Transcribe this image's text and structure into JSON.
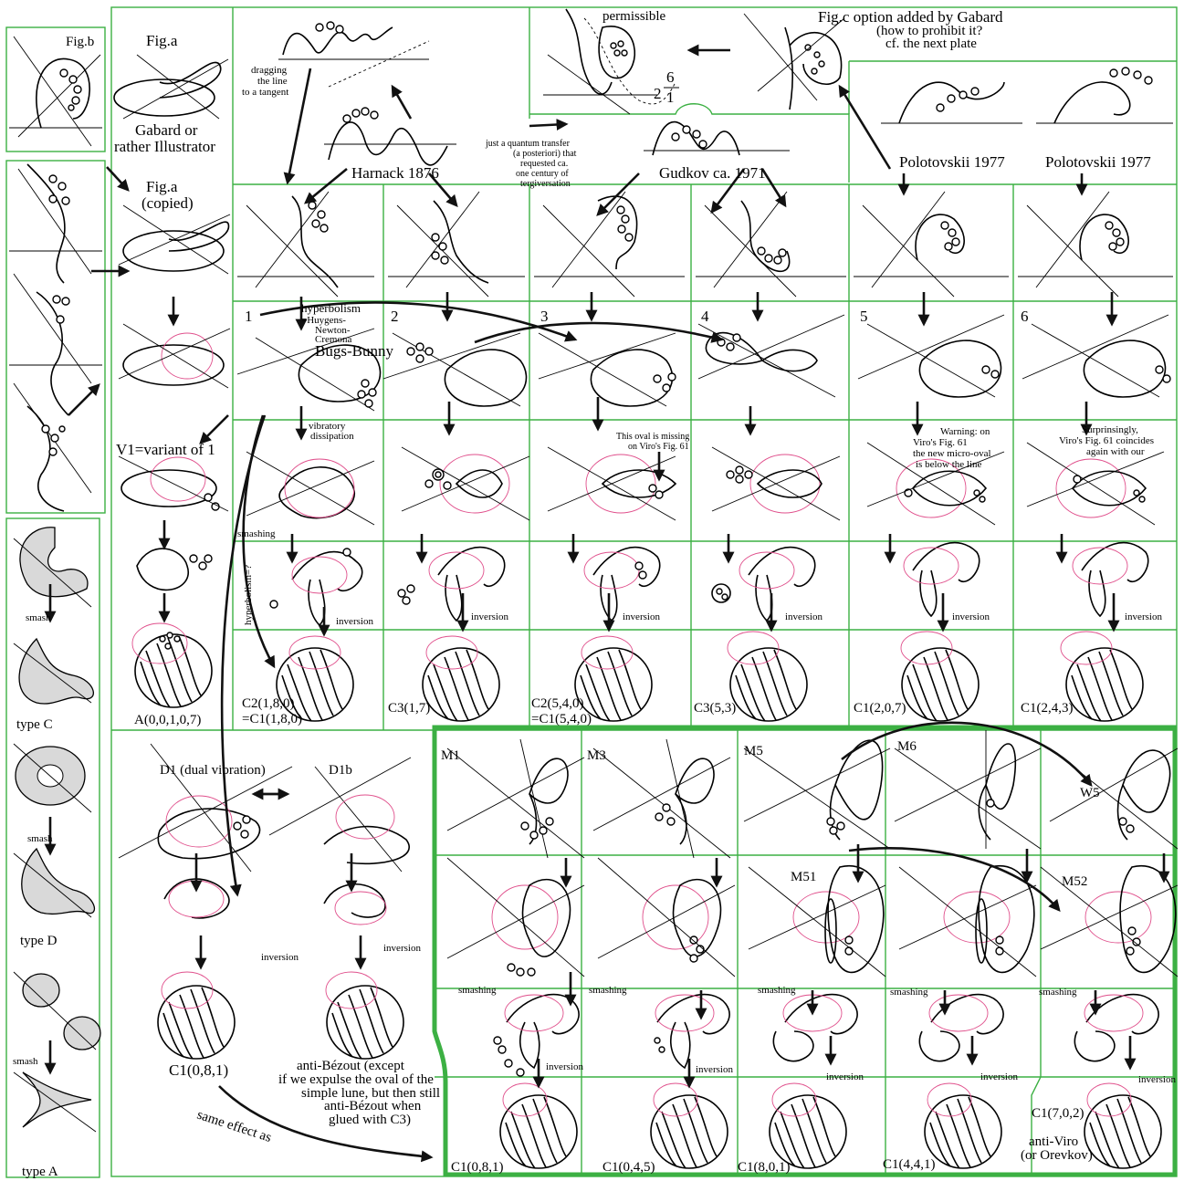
{
  "labels": {
    "fig_b": "Fig.b",
    "fig_a": "Fig.a",
    "gabard_1": "Gabard or",
    "gabard_2": "rather Illustrator",
    "fig_a_copied_1": "Fig.a",
    "fig_a_copied_2": "(copied)",
    "dragging_1": "dragging",
    "dragging_2": "the line",
    "dragging_3": "to a tangent",
    "harnack": "Harnack 1876",
    "permissible": "permissible",
    "frac_int": "2",
    "frac_num": "6",
    "frac_den": "1",
    "quantum_1": "just a quantum transfer",
    "quantum_2": "(a posteriori) that",
    "quantum_3": "requested ca.",
    "quantum_4": "one century of",
    "quantum_5": "tergiversation",
    "gudkov": "Gudkov ca. 1971",
    "figc_1": "Fig.c  option added by Gabard",
    "figc_2": "(how to prohibit it?",
    "figc_3": "cf. the next plate",
    "polotovskii_1": "Polotovskii 1977",
    "polotovskii_2": "Polotovskii 1977",
    "num_1": "1",
    "num_2": "2",
    "num_3": "3",
    "num_4": "4",
    "num_5": "5",
    "num_6": "6",
    "hyperbolism_1": "hyperbolism",
    "hyperbolism_2": "=Huygens-",
    "hyperbolism_3": "Newton-",
    "hyperbolism_4": "Cremona",
    "bugs_bunny": "Bugs-Bunny",
    "v1": "V1=variant of 1",
    "vibratory_1": "vibratory",
    "vibratory_2": "dissipation",
    "missing_1": "This oval is missing",
    "missing_2": "on Viro's Fig. 61",
    "warning_1": "Warning: on",
    "warning_2": "Viro's Fig. 61",
    "warning_3": "the new micro-oval",
    "warning_4": "is below the line",
    "surprisingly_1": "Surprinsingly,",
    "surprisingly_2": "Viro's Fig. 61 coincides",
    "surprisingly_3": "again with our",
    "smashing_1": "smashing",
    "hyperbolism_q": "hyperbolism=?",
    "inversion": "inversion",
    "a_label": "A(0,0,1,0,7)",
    "c2a_1": "C2(1,8,0)",
    "c2a_2": "=C1(1,8,0)",
    "c3a": "C3(1,7)",
    "c2b_1": "C2(5,4,0)",
    "c2b_2": "=C1(5,4,0)",
    "c3b": "C3(5,3)",
    "c1a": "C1(2,0,7)",
    "c1b": "C1(2,4,3)",
    "type_c": "type C",
    "type_d": "type D",
    "type_a": "type A",
    "smash": "smash",
    "d1": "D1 (dual vibration)",
    "d1b": "D1b",
    "c1_081": "C1(0,8,1)",
    "antibezout_1": "anti-Bézout (except",
    "antibezout_2": "if we expulse the oval of the",
    "antibezout_3": "simple lune, but then still",
    "antibezout_4": "anti-Bézout when",
    "antibezout_5": "glued with C3)",
    "same_effect": "same effect as",
    "m1": "M1",
    "m3": "M3",
    "m5": "M5",
    "m6": "M6",
    "w5": "W5",
    "m51": "M51",
    "m52": "M52",
    "smashing": "smashing",
    "m_c1_081": "C1(0,8,1)",
    "m_c1_045": "C1(0,4,5)",
    "m_c1_801": "C1(8,0,1)",
    "m_c1_441": "C1(4,4,1)",
    "m_c1_702": "C1(7,0,2)",
    "antiviro_1": "anti-Viro",
    "antiviro_2": "(or Orevkov)"
  }
}
